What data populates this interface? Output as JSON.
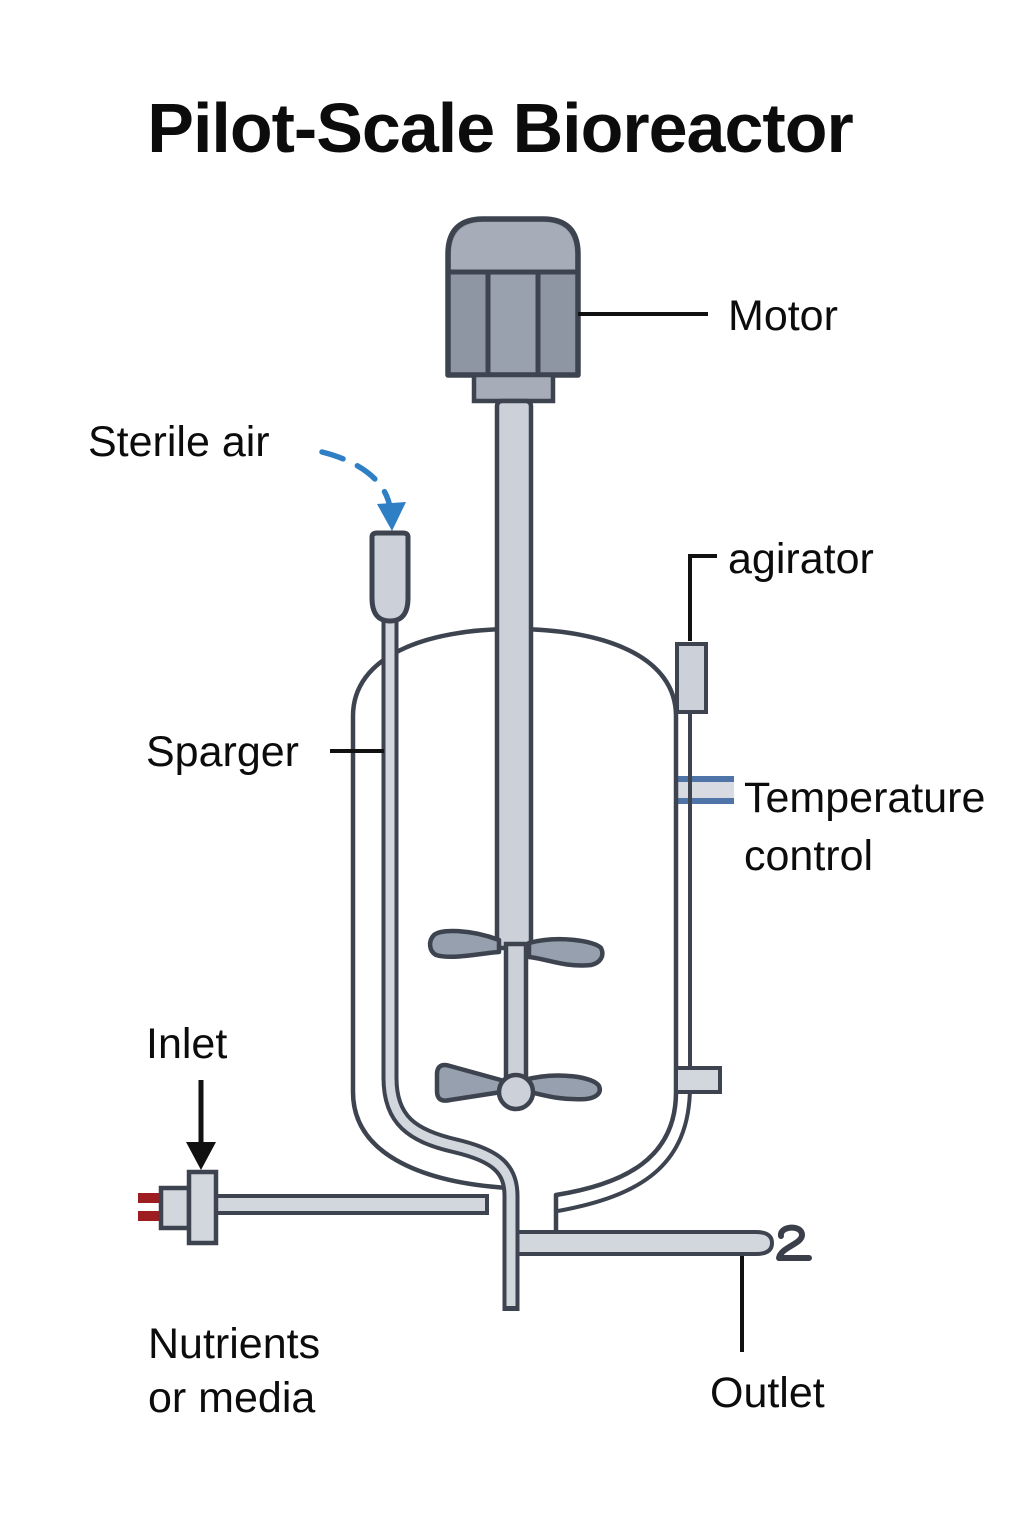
{
  "title": "Pilot-Scale Bioreactor",
  "labels": {
    "motor": "Motor",
    "sterile_air": "Sterile air",
    "agitator": "agirator",
    "sparger": "Sparger",
    "temperature_line1": "Temperature",
    "temperature_line2": "control",
    "inlet": "Inlet",
    "nutrients_line1": "Nutrients",
    "nutrients_line2": "or media",
    "outlet": "Outlet"
  },
  "colors": {
    "outline": "#3d4450",
    "leader_line": "#111111",
    "text": "#0c0c0d",
    "pipe_fill": "#d2d6dd",
    "shaft_fill": "#ccd1d9",
    "motor_cap": "#a6acb8",
    "motor_rib": "#8e96a4",
    "motor_rib_mid": "#9aa1ae",
    "impeller_blade": "#97a0ae",
    "sterile_air_arrow_blue": "#2f7fc4",
    "temperature_stub_blue": "#4f74a8",
    "temperature_stub_fill": "#d8dce2",
    "inlet_prong_red": "#9e1d21",
    "vessel_fill": "#ffffff"
  },
  "icons": {
    "sterile_air_arrow": "dashed-curved-arrow-down",
    "inlet_arrow": "solid-arrow-down",
    "outlet_end_marker": "2-shaped-squiggle"
  }
}
